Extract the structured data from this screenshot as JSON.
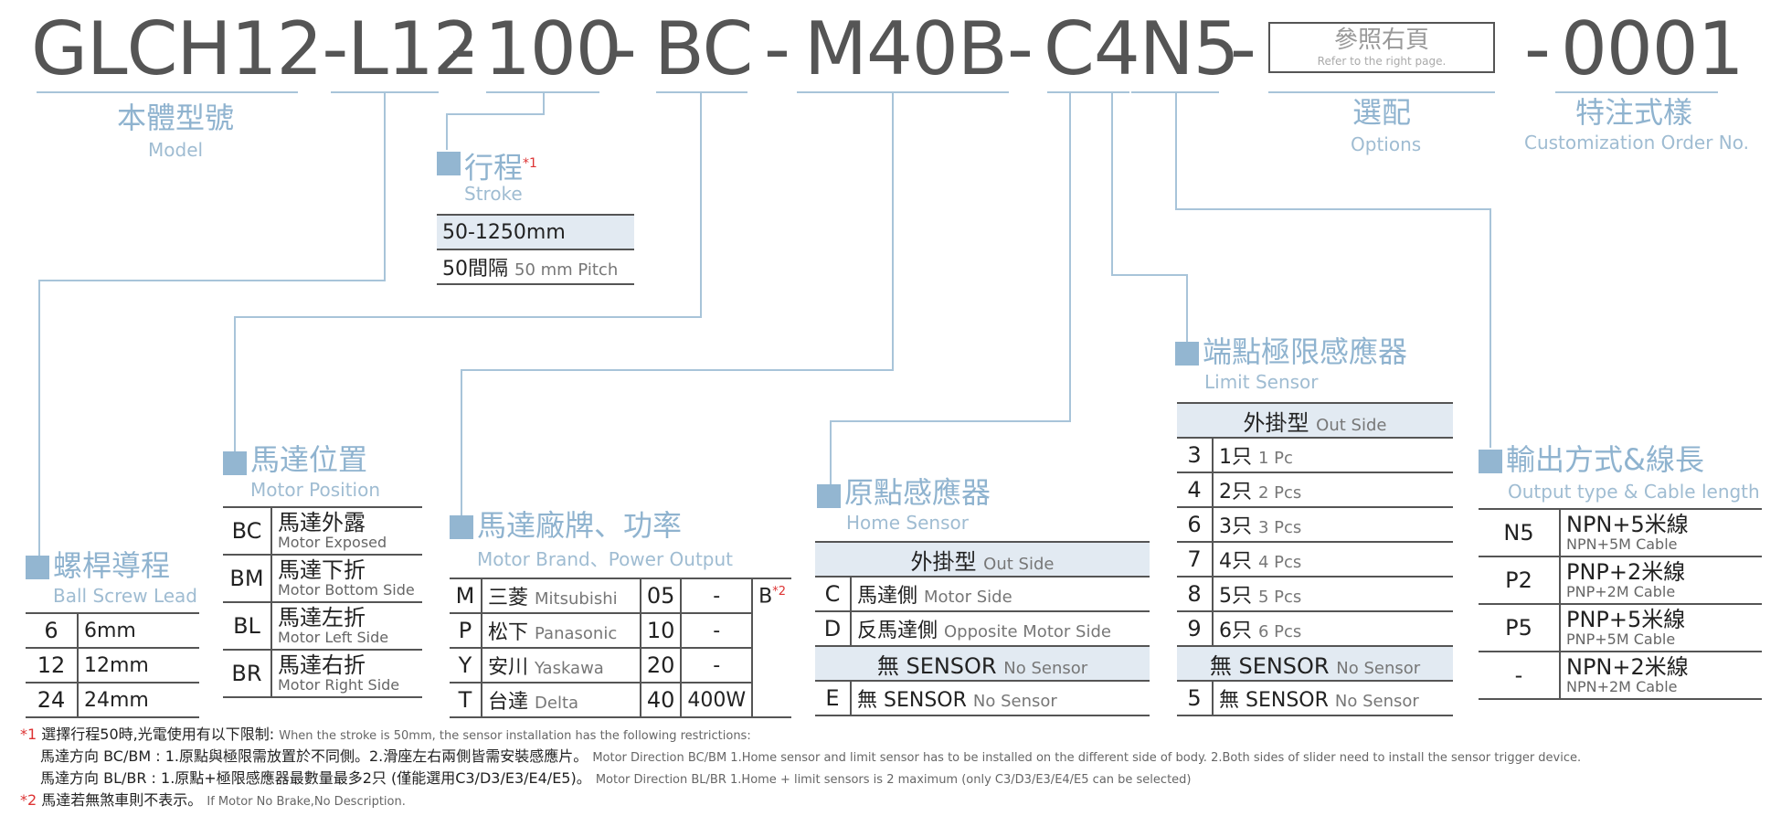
{
  "code_parts": [
    "GLCH12-L12",
    "-",
    "100",
    "-",
    "BC",
    "-",
    "M40B",
    "-",
    "C4N5",
    "-",
    "-",
    "0001"
  ],
  "options_box": {
    "cn": "參照右頁",
    "en": "Refer to the right page."
  },
  "model": {
    "cn": "本體型號",
    "en": "Model"
  },
  "options": {
    "cn": "選配",
    "en": "Options"
  },
  "custom": {
    "cn": "特注式樣",
    "en": "Customization Order No."
  },
  "stroke": {
    "cn": "行程",
    "mark": "*1",
    "en": "Stroke",
    "rows": [
      {
        "a": "50-1250mm"
      },
      {
        "a": "50間隔",
        "b": "50 mm Pitch"
      }
    ]
  },
  "lead": {
    "cn": "螺桿導程",
    "en": "Ball Screw Lead",
    "rows": [
      {
        "k": "6",
        "v": "6mm"
      },
      {
        "k": "12",
        "v": "12mm"
      },
      {
        "k": "24",
        "v": "24mm"
      }
    ]
  },
  "motor_pos": {
    "cn": "馬達位置",
    "en": "Motor Position",
    "rows": [
      {
        "k": "BC",
        "cn": "馬達外露",
        "en": "Motor Exposed"
      },
      {
        "k": "BM",
        "cn": "馬達下折",
        "en": "Motor Bottom Side"
      },
      {
        "k": "BL",
        "cn": "馬達左折",
        "en": "Motor Left Side"
      },
      {
        "k": "BR",
        "cn": "馬達右折",
        "en": "Motor Right Side"
      }
    ]
  },
  "motor_brand": {
    "cn": "馬達廠牌、功率",
    "en": "Motor Brand、Power Output",
    "rows": [
      {
        "k": "M",
        "cn": "三菱",
        "en": "Mitsubishi",
        "p": "05",
        "w": "-",
        "b": "B",
        "bm": "*2"
      },
      {
        "k": "P",
        "cn": "松下",
        "en": "Panasonic",
        "p": "10",
        "w": "-"
      },
      {
        "k": "Y",
        "cn": "安川",
        "en": "Yaskawa",
        "p": "20",
        "w": "-"
      },
      {
        "k": "T",
        "cn": "台達",
        "en": "Delta",
        "p": "40",
        "w": "400W"
      }
    ]
  },
  "home": {
    "cn": "原點感應器",
    "en": "Home Sensor",
    "head_cn": "外掛型",
    "head_en": "Out Side",
    "rows": [
      {
        "k": "C",
        "cn": "馬達側",
        "en": "Motor Side"
      },
      {
        "k": "D",
        "cn": "反馬達側",
        "en": "Opposite Motor Side"
      }
    ],
    "mid_cn": "無 SENSOR",
    "mid_en": "No Sensor",
    "last": {
      "k": "E",
      "cn": "無 SENSOR",
      "en": "No Sensor"
    }
  },
  "limit": {
    "cn": "端點極限感應器",
    "en": "Limit Sensor",
    "head_cn": "外掛型",
    "head_en": "Out Side",
    "rows": [
      {
        "k": "3",
        "cn": "1只",
        "en": "1 Pc"
      },
      {
        "k": "4",
        "cn": "2只",
        "en": "2 Pcs"
      },
      {
        "k": "6",
        "cn": "3只",
        "en": "3 Pcs"
      },
      {
        "k": "7",
        "cn": "4只",
        "en": "4 Pcs"
      },
      {
        "k": "8",
        "cn": "5只",
        "en": "5 Pcs"
      },
      {
        "k": "9",
        "cn": "6只",
        "en": "6 Pcs"
      }
    ],
    "mid_cn": "無 SENSOR",
    "mid_en": "No Sensor",
    "last": {
      "k": "5",
      "cn": "無 SENSOR",
      "en": "No Sensor"
    }
  },
  "output": {
    "cn": "輸出方式&線長",
    "en": "Output type & Cable length",
    "rows": [
      {
        "k": "N5",
        "cn": "NPN+5米線",
        "en": "NPN+5M Cable"
      },
      {
        "k": "P2",
        "cn": "PNP+2米線",
        "en": "PNP+2M Cable"
      },
      {
        "k": "P5",
        "cn": "PNP+5米線",
        "en": "PNP+5M Cable"
      },
      {
        "k": "-",
        "cn": "NPN+2米線",
        "en": "NPN+2M Cable"
      }
    ]
  },
  "notes": {
    "n1_mark": "*1",
    "n1_cn": "選擇行程50時,光電使用有以下限制:",
    "n1_en": "When the stroke is 50mm, the sensor installation has  the following restrictions:",
    "n1a_cn": "馬達方向 BC/BM : 1.原點與極限需放置於不同側。2.滑座左右兩側皆需安裝感應片。",
    "n1a_en": "Motor Direction BC/BM 1.Home sensor and limit sensor has to be installed on the different side of body.  2.Both sides of slider need to install the sensor trigger device.",
    "n1b_cn": "馬達方向 BL/BR : 1.原點+極限感應器最數量最多2只 (僅能選用C3/D3/E3/E4/E5)。",
    "n1b_en": "Motor Direction BL/BR 1.Home + limit sensors is 2 maximum (only C3/D3/E3/E4/E5 can be selected)",
    "n2_mark": "*2",
    "n2_cn": "馬達若無煞車則不表示。",
    "n2_en": "If Motor No Brake,No Description."
  }
}
